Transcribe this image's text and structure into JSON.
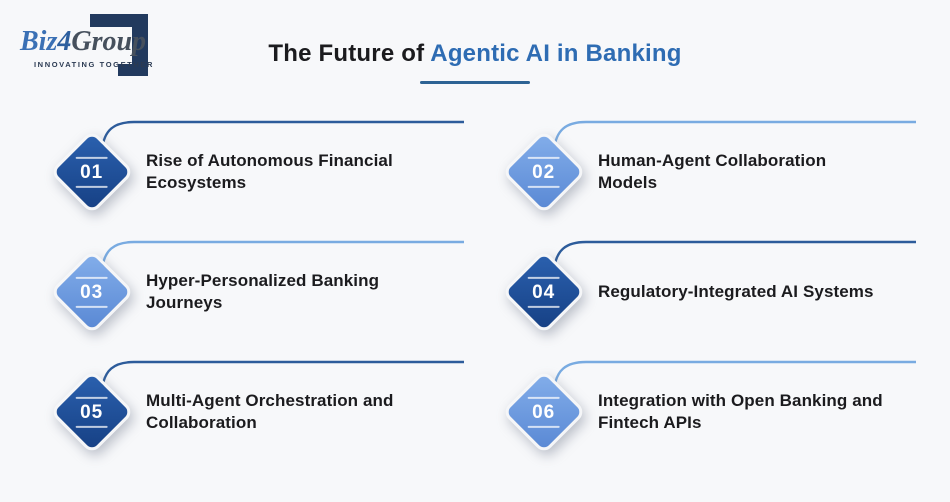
{
  "canvas": {
    "background": "#f7f8fa"
  },
  "logo": {
    "brand_prefix": "Biz",
    "brand_digit": "4",
    "brand_suffix": "Group",
    "tagline": "INNOVATING TOGETHER"
  },
  "header": {
    "title_prefix": "The Future of ",
    "title_highlight": "Agentic AI in Banking"
  },
  "colors": {
    "dark_diamond": "#1d4f9a",
    "light_diamond": "#6597dc",
    "dark_line": "#2d5c9b",
    "light_line": "#79abe1",
    "title_highlight": "#2e6cb3",
    "body_text": "#1b1b1e",
    "logo_navy": "#223a5e",
    "title_underline": "#2d6394"
  },
  "items": [
    {
      "number": "01",
      "variant": "dark",
      "label": "Rise of Autonomous Financial\nEcosystems"
    },
    {
      "number": "02",
      "variant": "light",
      "label": "Human-Agent Collaboration\nModels"
    },
    {
      "number": "03",
      "variant": "light",
      "label": "Hyper-Personalized Banking\nJourneys"
    },
    {
      "number": "04",
      "variant": "dark",
      "label": "Regulatory-Integrated AI Systems"
    },
    {
      "number": "05",
      "variant": "dark",
      "label": "Multi-Agent Orchestration and\nCollaboration"
    },
    {
      "number": "06",
      "variant": "light",
      "label": "Integration with Open Banking and\nFintech APIs"
    }
  ]
}
